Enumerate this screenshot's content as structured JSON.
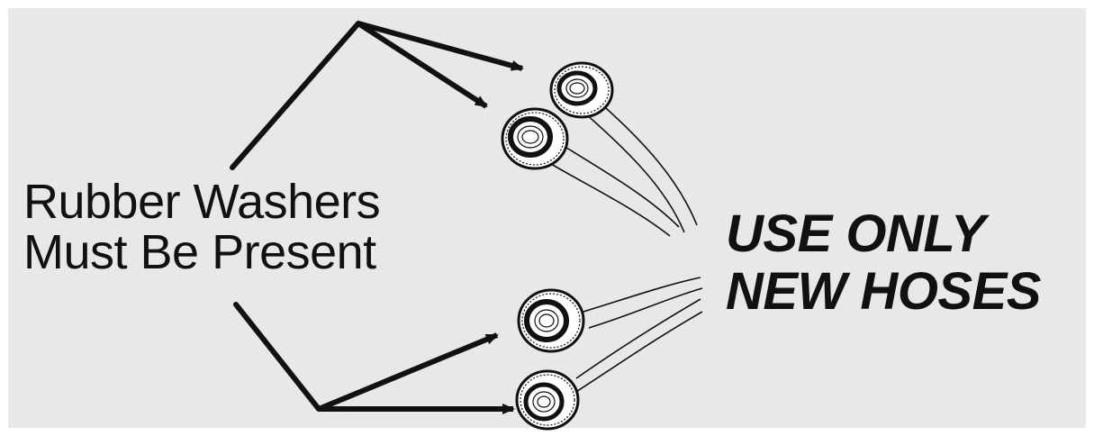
{
  "diagram": {
    "washers_caption": {
      "line1": "Rubber Washers",
      "line2": "Must Be Present"
    },
    "hoses_caption": {
      "line1": "USE ONLY",
      "line2": "NEW HOSES"
    },
    "colors": {
      "background": "#e8e8e8",
      "ink": "#111111"
    },
    "icons": [
      "arrow-icon",
      "hose-fitting-icon"
    ]
  }
}
